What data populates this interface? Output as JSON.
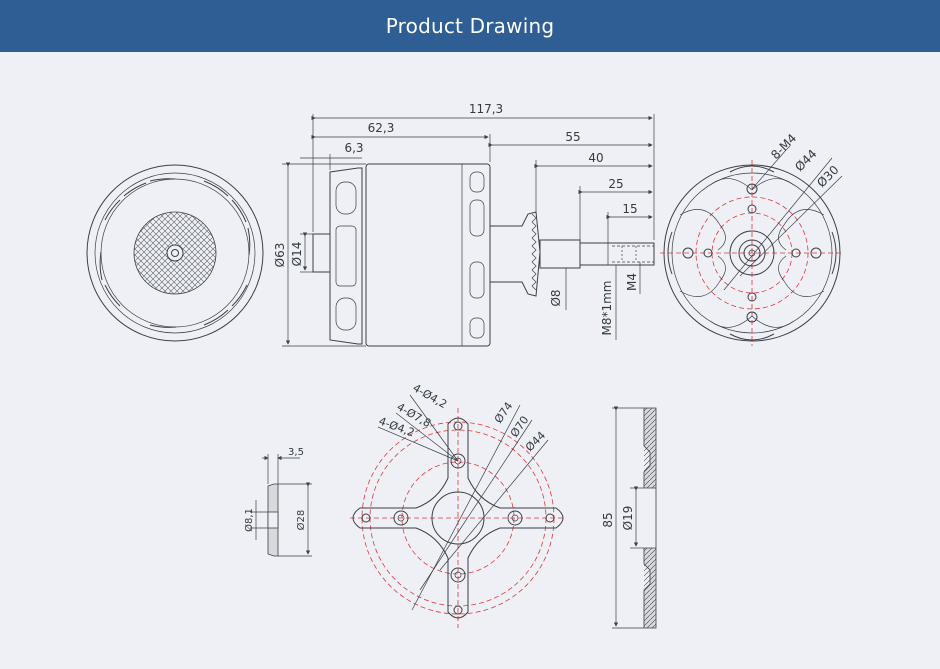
{
  "header": {
    "title": "Product Drawing"
  },
  "colors": {
    "banner": "#2e5e93",
    "background": "#eef0f5",
    "line": "#3a4048",
    "centerline": "#e03838"
  },
  "side_view": {
    "overall_length": "117,3",
    "body_length": "62,3",
    "flange_thickness": "6,3",
    "shaft_55": "55",
    "shaft_40": "40",
    "shaft_25": "25",
    "shaft_15": "15",
    "body_diameter": "Ø63",
    "rear_boss_diameter": "Ø14",
    "shaft_diameter": "Ø8",
    "thread_spec": "M8*1mm",
    "thread_hole": "M4"
  },
  "front_view": {
    "holes": "8-M4",
    "pcd_outer": "Ø44",
    "pcd_inner": "Ø30"
  },
  "mount_view": {
    "hole_a": "4-Ø4,2",
    "hole_b": "4-Ø7,8",
    "hole_c": "4-Ø4,2",
    "dia_74": "Ø74",
    "dia_70": "Ø70",
    "dia_44": "Ø44"
  },
  "collet_view": {
    "thickness": "3,5",
    "inner_diameter": "Ø8,1",
    "outer_diameter": "Ø28"
  },
  "mount_side_view": {
    "height": "85",
    "bore": "Ø19"
  }
}
